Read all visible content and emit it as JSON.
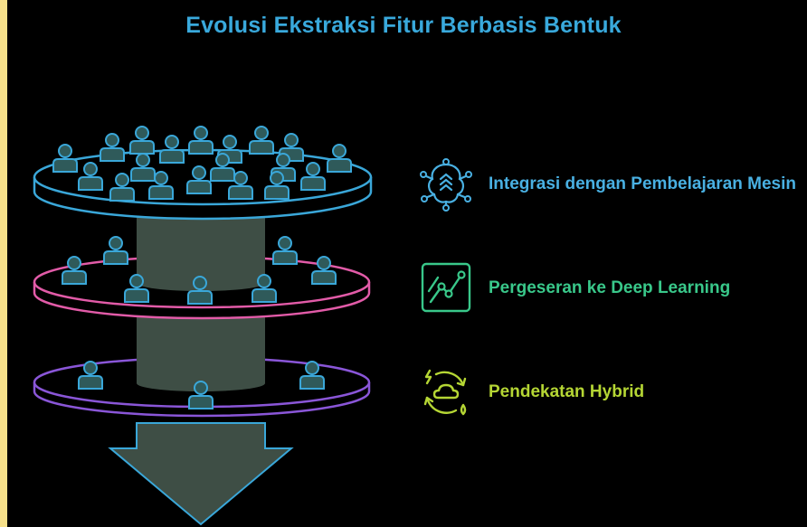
{
  "title": "Evolusi Ekstraksi Fitur Berbasis Bentuk",
  "colors": {
    "background": "#000000",
    "title": "#39a9dc",
    "layer_top": "#3aa7d9",
    "layer_middle": "#e25ba8",
    "layer_bottom": "#8a56d8",
    "column": "#3e4e45",
    "person": "#2f5a5a",
    "label_top": "#49b0e2",
    "label_middle": "#39c88a",
    "label_bottom": "#b5d634"
  },
  "items": [
    {
      "label": "Integrasi dengan Pembelajaran Mesin",
      "icon": "brain-network-icon"
    },
    {
      "label": "Pergeseran ke Deep Learning",
      "icon": "line-chart-icon"
    },
    {
      "label": "Pendekatan Hybrid",
      "icon": "cycle-cloud-icon"
    }
  ]
}
